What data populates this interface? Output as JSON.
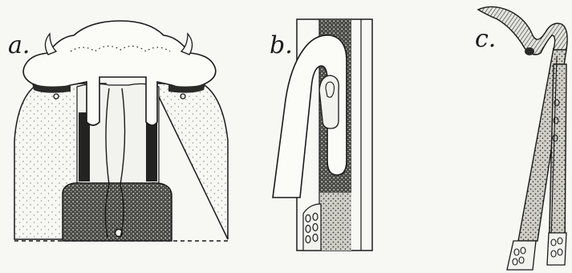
{
  "figure": {
    "panels": [
      {
        "id": "a",
        "label": "a."
      },
      {
        "id": "b",
        "label": "b."
      },
      {
        "id": "c",
        "label": "c."
      }
    ]
  },
  "colors": {
    "ink": "#1a1a1a",
    "paper": "#f7f7f4",
    "stipple_light": "#9a9a94",
    "stipple_dark": "#2a2a28"
  }
}
